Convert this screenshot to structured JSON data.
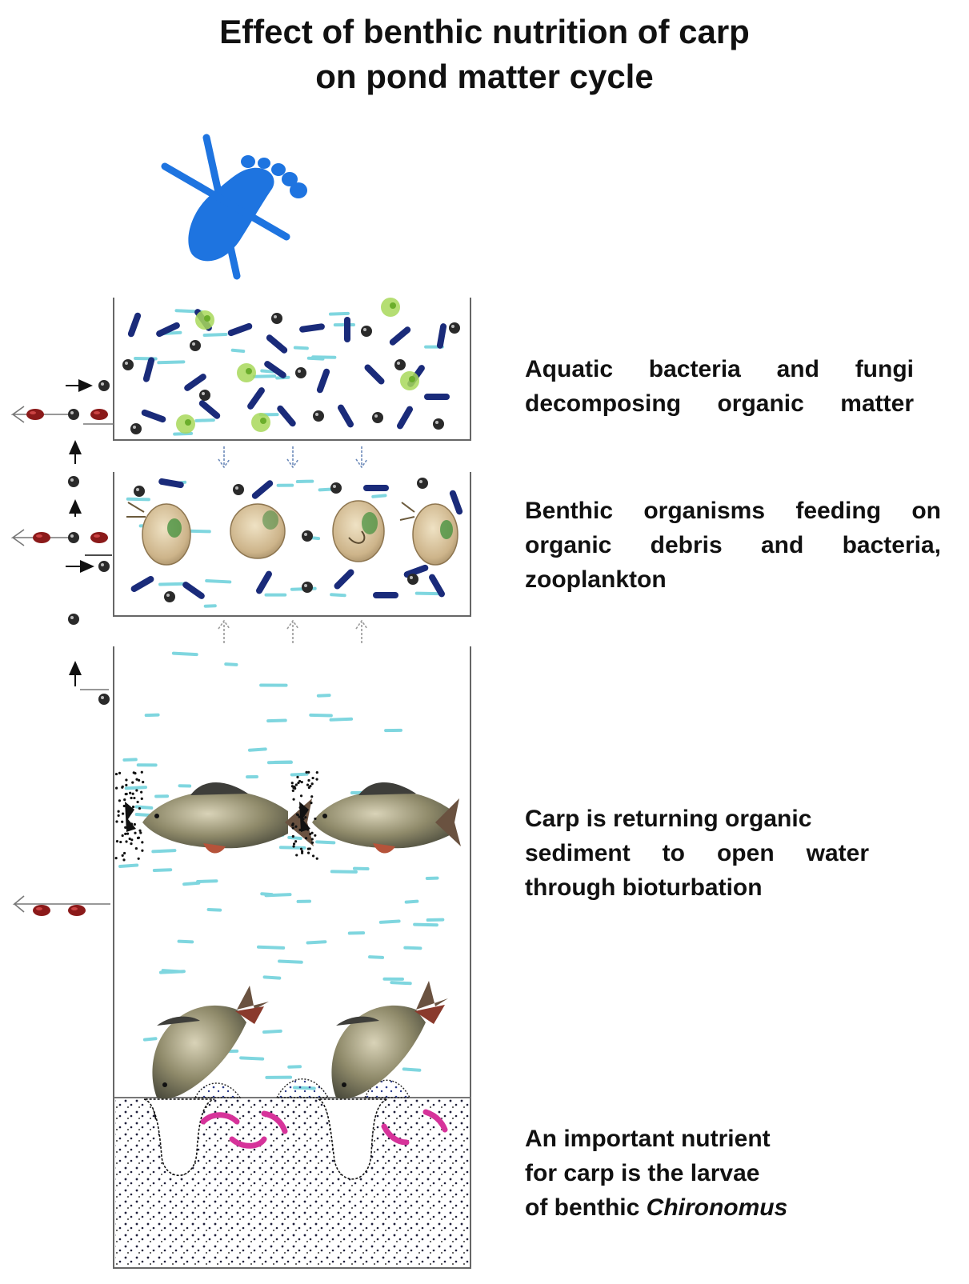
{
  "title": {
    "line1": "Effect of benthic nutrition of carp",
    "line2": "on pond matter cycle"
  },
  "captions": {
    "bacteria": {
      "line1": "Aquatic bacteria  and fungi",
      "line2": "decomposing organic matter"
    },
    "benthic": {
      "line1": "Benthic organisms feeding on",
      "line2": "organic debris and  bacteria,",
      "line3": "zooplankton"
    },
    "carp": {
      "line1": "Carp is returning organic",
      "line2": "sediment to open water",
      "line3": "through bioturbation"
    },
    "larvae": {
      "line1": "An important nutrient",
      "line2": "for carp is the larvae",
      "line3_prefix": "of benthic ",
      "line3_italic": "Chironomus"
    }
  },
  "icons": {
    "top": "no-footprint-icon",
    "bacteria": "rod-bacteria-icon",
    "fungi": "fungal-spore-icon",
    "algae": "green-algae-icon",
    "zooplankton": "daphnia-icon",
    "fish": "carp-icon",
    "larva": "chironomus-larva-icon",
    "export": "red-pellet-icon"
  },
  "colors": {
    "footprint": "#1a73e8",
    "bacteria": "#1a2b7a",
    "water_dash": "#7fd6df",
    "algae": "#a8d85a",
    "larva": "#d6339a",
    "pellet": "#8b1a1a",
    "sediment_dot": "#222244"
  }
}
